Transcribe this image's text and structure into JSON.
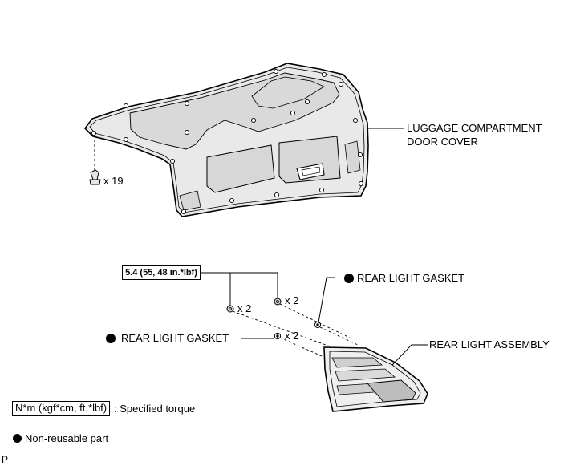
{
  "labels": {
    "cover_line1": "LUGGAGE COMPARTMENT",
    "cover_line2": "DOOR COVER",
    "clip_qty": "x 19",
    "torque_spec": "5.4 (55, 48 in.*lbf)",
    "nut_qty_left": "x 2",
    "nut_qty_right": "x 2",
    "gasket_qty": "x 2",
    "rear_light_gasket_upper": "REAR LIGHT GASKET",
    "rear_light_gasket_lower": "REAR LIGHT GASKET",
    "rear_light_assembly": "REAR LIGHT ASSEMBLY"
  },
  "legend": {
    "torque_unit": "N*m (kgf*cm, ft.*lbf)",
    "torque_desc": ": Specified torque",
    "nonreusable_desc": "Non-reusable part"
  },
  "footer": {
    "mark": "P"
  }
}
